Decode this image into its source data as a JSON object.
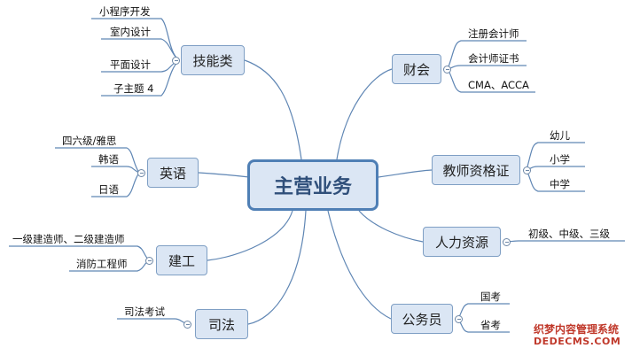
{
  "center": {
    "label": "主营业务"
  },
  "branches": {
    "skills": {
      "label": "技能类",
      "leaves": [
        "小程序开发",
        "室内设计",
        "平面设计",
        "子主题 4"
      ]
    },
    "english": {
      "label": "英语",
      "leaves": [
        "四六级/雅思",
        "韩语",
        "日语"
      ]
    },
    "construction": {
      "label": "建工",
      "leaves": [
        "一级建造师、二级建造师",
        "消防工程师"
      ]
    },
    "judicial": {
      "label": "司法",
      "leaves": [
        "司法考试"
      ]
    },
    "accounting": {
      "label": "财会",
      "leaves": [
        "注册会计师",
        "会计师证书",
        "CMA、ACCA"
      ]
    },
    "teacher": {
      "label": "教师资格证",
      "leaves": [
        "幼儿",
        "小学",
        "中学"
      ]
    },
    "hr": {
      "label": "人力资源",
      "leaves": [
        "初级、中级、三级"
      ]
    },
    "civil": {
      "label": "公务员",
      "leaves": [
        "国考",
        "省考"
      ]
    }
  },
  "watermark": {
    "line1": "织梦内容管理系统",
    "line2": "DEDECMS.COM"
  },
  "colors": {
    "line": "#5f86b4",
    "node_fill": "#dbe6f4",
    "node_border": "#7f9fc4",
    "center_border": "#4f7fb5"
  }
}
